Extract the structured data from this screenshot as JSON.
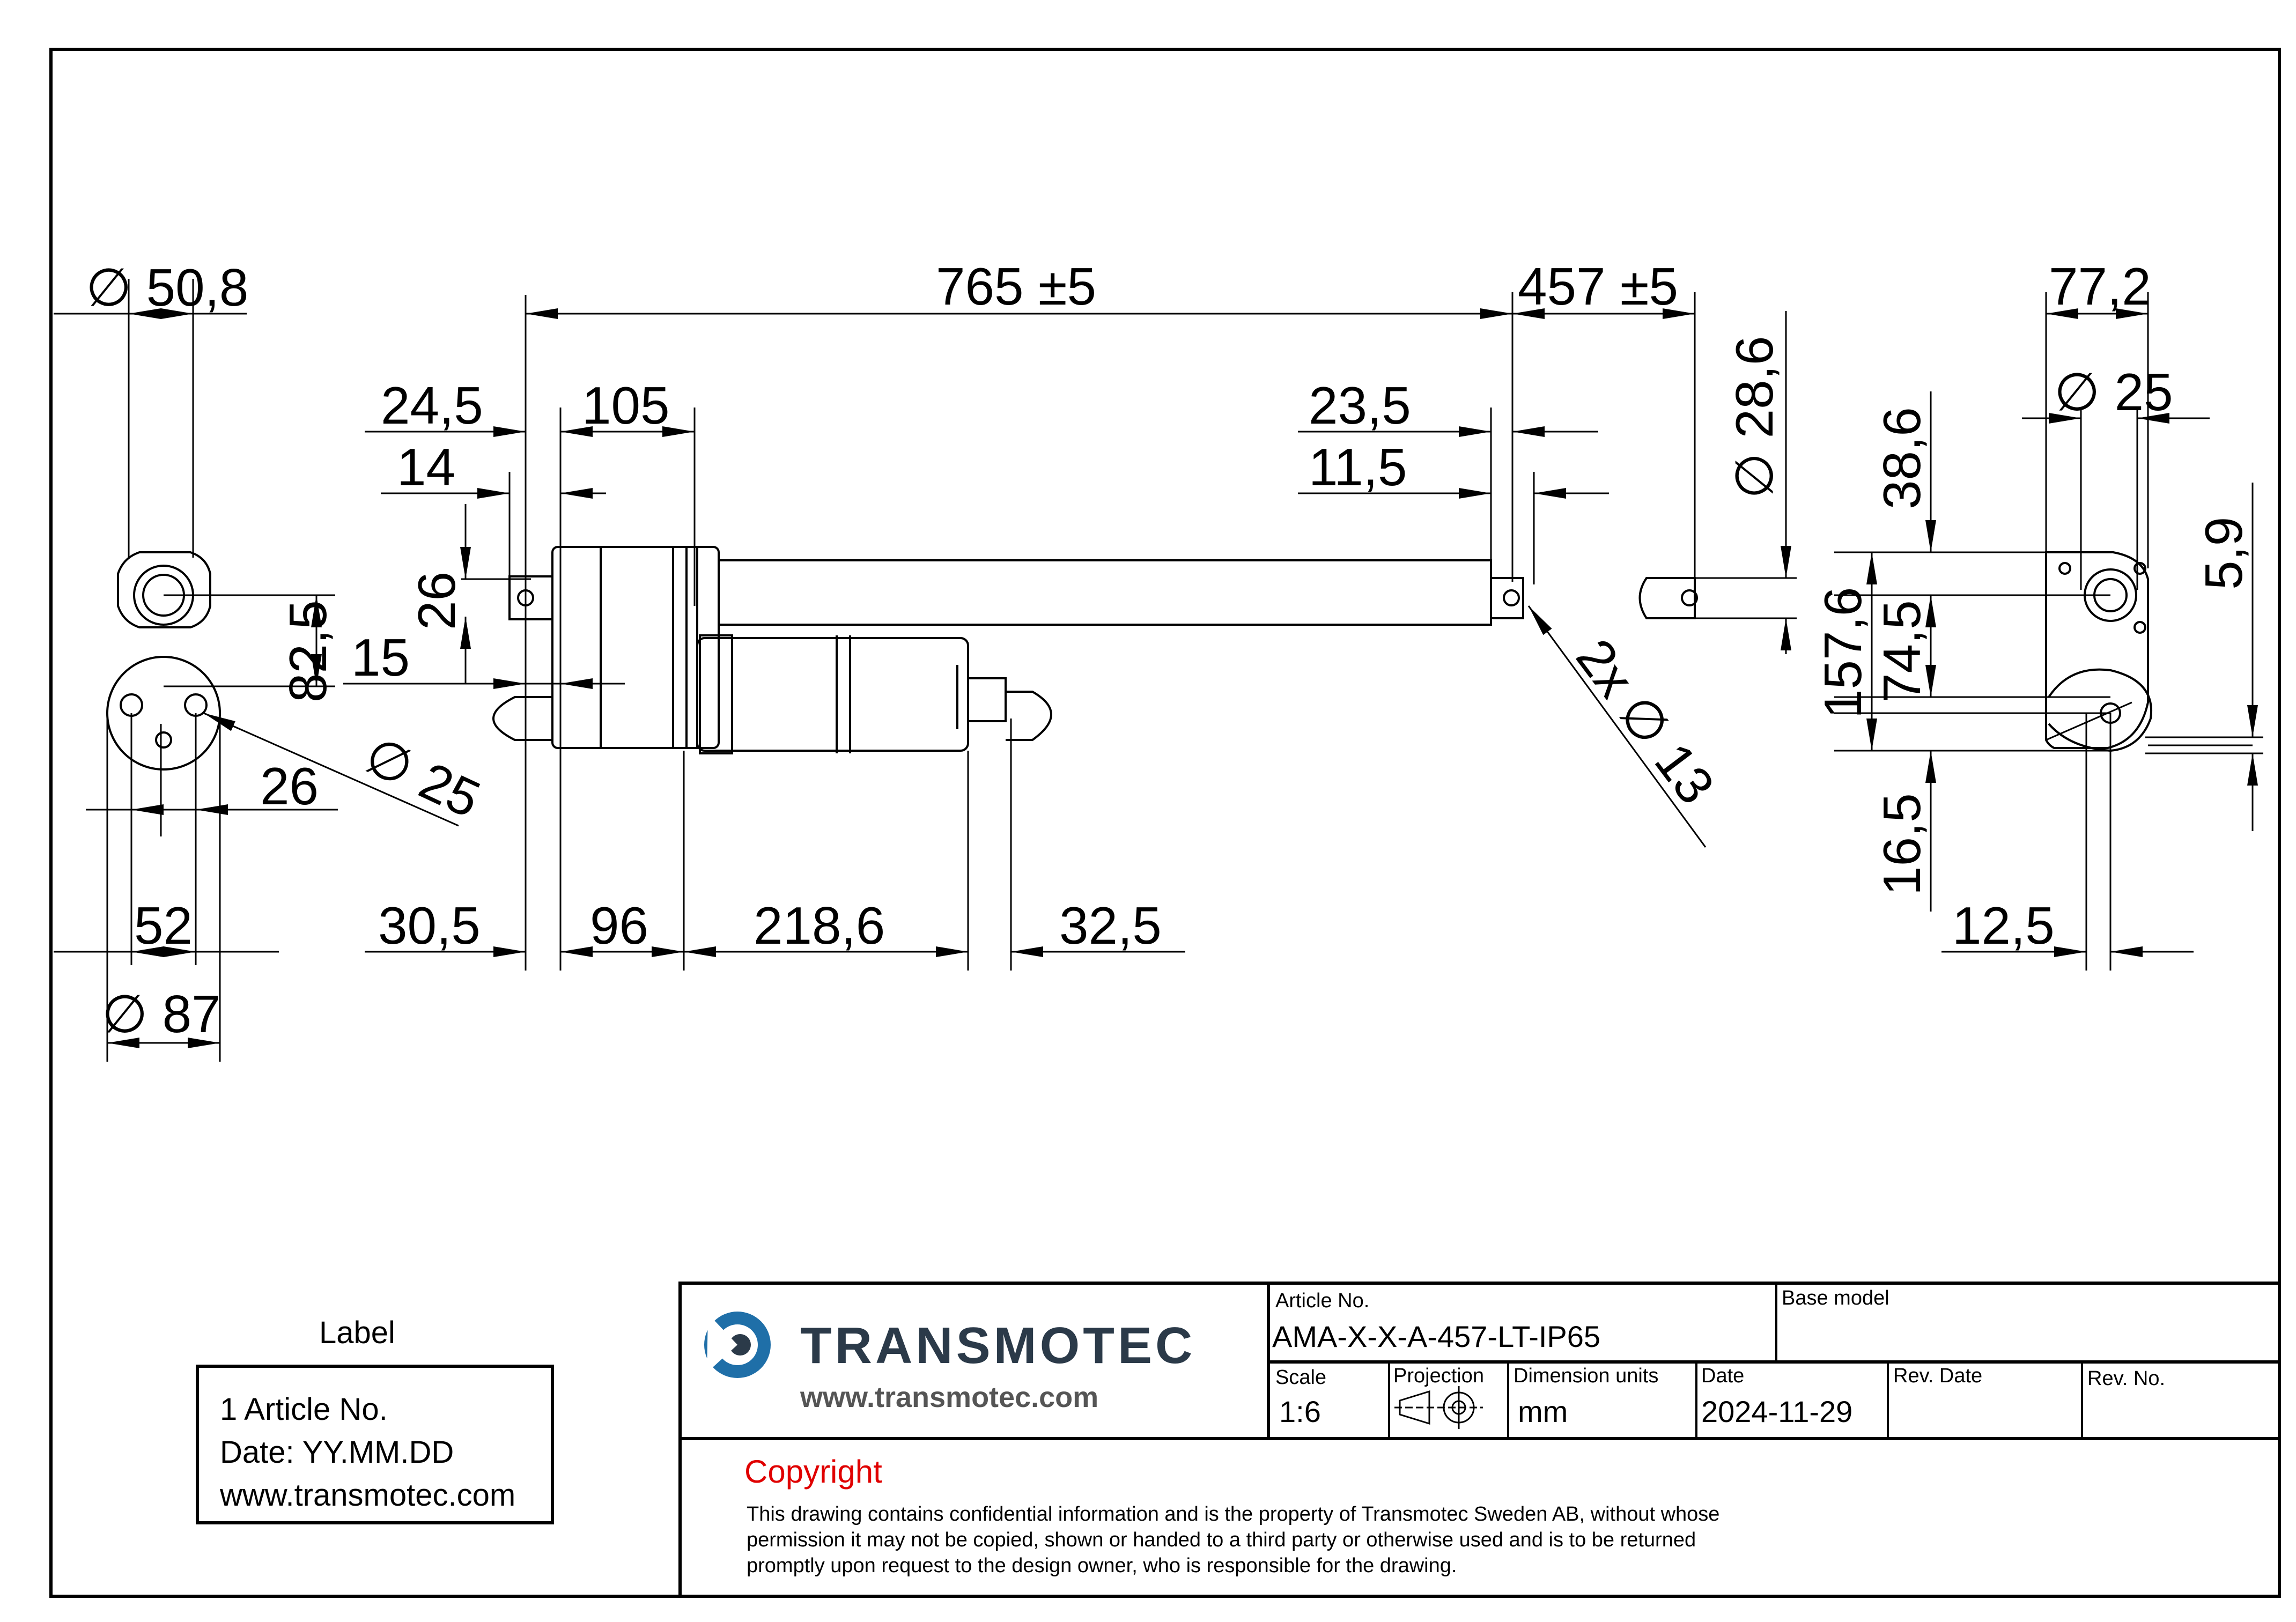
{
  "dimensions": {
    "dia_50_8": "∅ 50,8",
    "d_765": "765 ±5",
    "d_457": "457 ±5",
    "dia_28_6": "∅ 28,6",
    "d_77_2": "77,2",
    "dia_25_top": "∅ 25",
    "d_24_5": "24,5",
    "d_105": "105",
    "d_14": "14",
    "d_23_5": "23,5",
    "d_11_5": "11,5",
    "d_26_v": "26",
    "d_82_5": "82,5",
    "d_15": "15",
    "d_26_h": "26",
    "dia_25_left": "∅ 25",
    "d_2x_13": "2x ∅ 13",
    "d_38_6": "38,6",
    "d_157_6": "157,6",
    "d_74_5": "74,5",
    "d_5_9": "5,9",
    "d_16_5": "16,5",
    "d_12_5": "12,5",
    "d_52": "52",
    "dia_87": "∅ 87",
    "d_30_5": "30,5",
    "d_96": "96",
    "d_218_6": "218,6",
    "d_32_5": "32,5"
  },
  "label_box": {
    "title": "Label",
    "lines": [
      "1 Article No.",
      "Date: YY.MM.DD",
      "www.transmotec.com"
    ]
  },
  "title_block": {
    "company": "TRANSMOTEC",
    "website": "www.transmotec.com",
    "article_no_label": "Article No.",
    "article_no_value": "AMA-X-X-A-457-LT-IP65",
    "base_model_label": "Base model",
    "base_model_value": "",
    "scale_label": "Scale",
    "scale_value": "1:6",
    "projection_label": "Projection",
    "dimension_units_label": "Dimension units",
    "dimension_units_value": "mm",
    "date_label": "Date",
    "date_value": "2024-11-29",
    "rev_date_label": "Rev. Date",
    "rev_no_label": "Rev. No.",
    "copyright_title": "Copyright",
    "copyright_text": "This drawing contains confidential information and is the property of Transmotec Sweden AB, without whose permission it may not be copied, shown or handed to a third party or otherwise used and is to be returned promptly upon request to the design owner, who is responsible for the drawing."
  },
  "colors": {
    "logo_blue": "#1f6fa8",
    "logo_dark": "#2b3a49",
    "copyright_red": "#e00000"
  }
}
